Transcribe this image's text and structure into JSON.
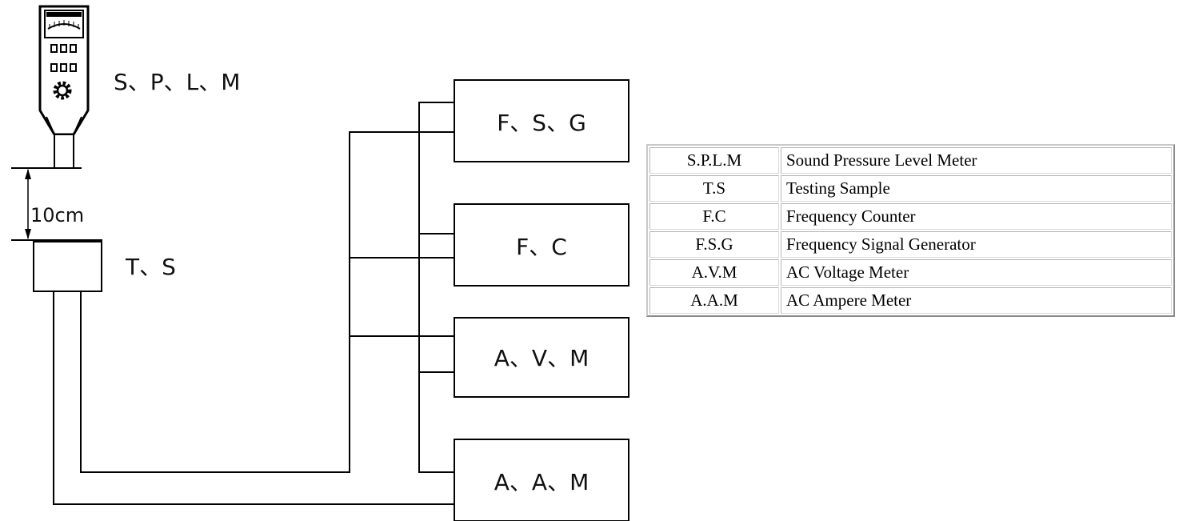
{
  "diagram": {
    "meter_label": "S、P、L、M",
    "sample_label": "T、S",
    "distance_label": "10cm",
    "box_fsg": "F、S、G",
    "box_fc": "F、C",
    "box_avm": "A、V、M",
    "box_aam": "A、A、M",
    "meter_icon": "sound-level-meter-icon"
  },
  "legend": {
    "rows": [
      {
        "abbr": "S.P.L.M",
        "full": "Sound Pressure Level Meter"
      },
      {
        "abbr": "T.S",
        "full": "Testing Sample"
      },
      {
        "abbr": "F.C",
        "full": "Frequency Counter"
      },
      {
        "abbr": "F.S.G",
        "full": "Frequency Signal Generator"
      },
      {
        "abbr": "A.V.M",
        "full": "AC Voltage Meter"
      },
      {
        "abbr": "A.A.M",
        "full": "AC Ampere Meter"
      }
    ]
  }
}
